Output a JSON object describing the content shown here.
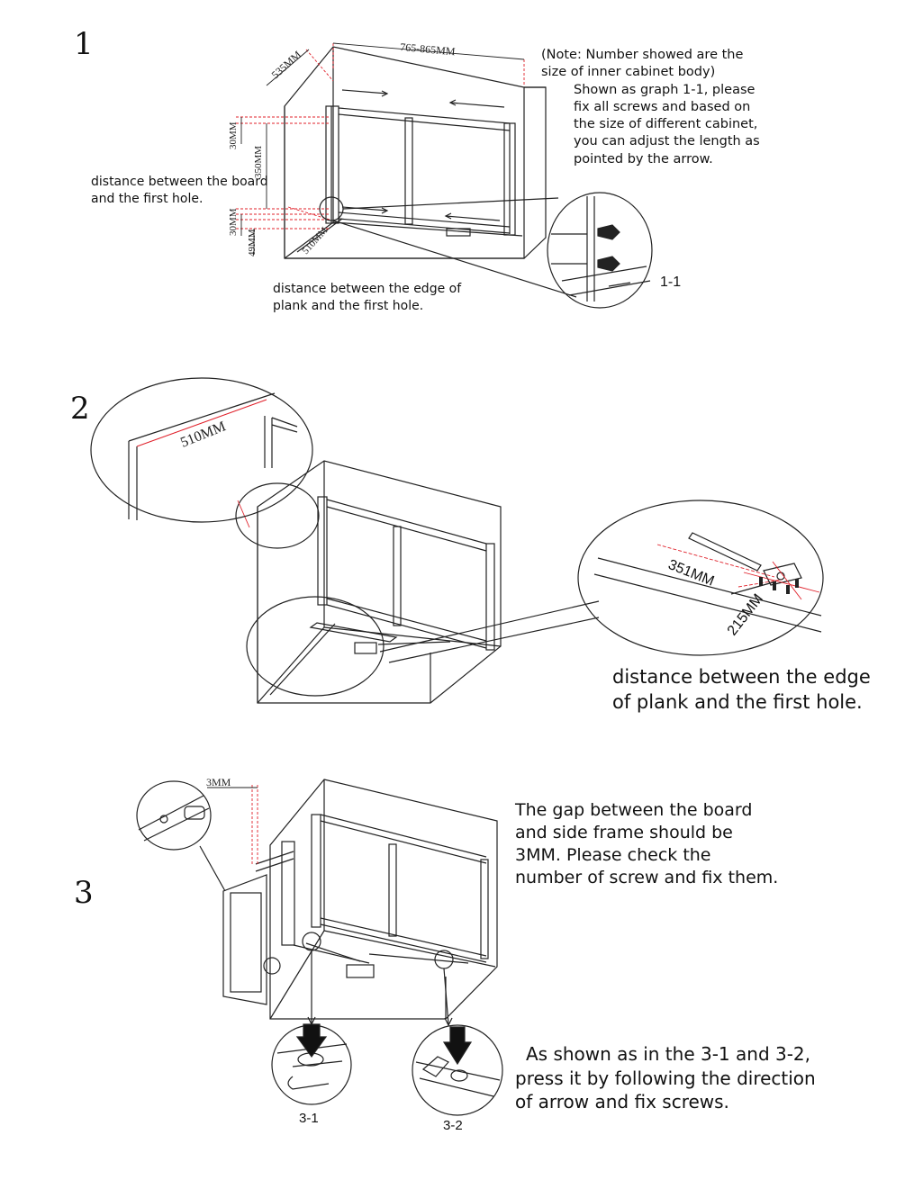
{
  "steps": {
    "step1": {
      "number": "1",
      "dim_width": "765-865MM",
      "dim_depth": "535MM",
      "dim_30_top": "30MM",
      "dim_350": "350MM",
      "dim_30_bottom": "30MM",
      "dim_49": "49MM",
      "dim_510": "510MM",
      "note_lines": [
        "(Note: Number showed are the",
        "size of inner cabinet body)",
        "Shown as graph 1-1, please",
        "fix all screws and based on",
        "the size of different cabinet,",
        "you can adjust the length as",
        "pointed by the arrow."
      ],
      "label_board_lines": [
        "distance between the board",
        "and the first hole."
      ],
      "label_plank_lines": [
        "distance between the edge of",
        "plank and the first hole."
      ],
      "detail_label": "1-1"
    },
    "step2": {
      "number": "2",
      "dim_510": "510MM",
      "dim_351": "351MM",
      "dim_215": "215MM",
      "caption_lines": [
        "distance between the edge",
        "of plank and the first hole."
      ]
    },
    "step3": {
      "number": "3",
      "dim_gap": "3MM",
      "note_lines": [
        "The gap between the board",
        "and side frame should be",
        "3MM. Please check the",
        "number of screw and fix them."
      ],
      "note2_lines": [
        "As shown as in the 3-1 and 3-2,",
        "press it by following the direction",
        "of arrow and fix screws."
      ],
      "detail_label_1": "3-1",
      "detail_label_2": "3-2"
    }
  },
  "colors": {
    "line": "#222222",
    "dimension_red": "#e0202a",
    "leader": "#555555"
  }
}
